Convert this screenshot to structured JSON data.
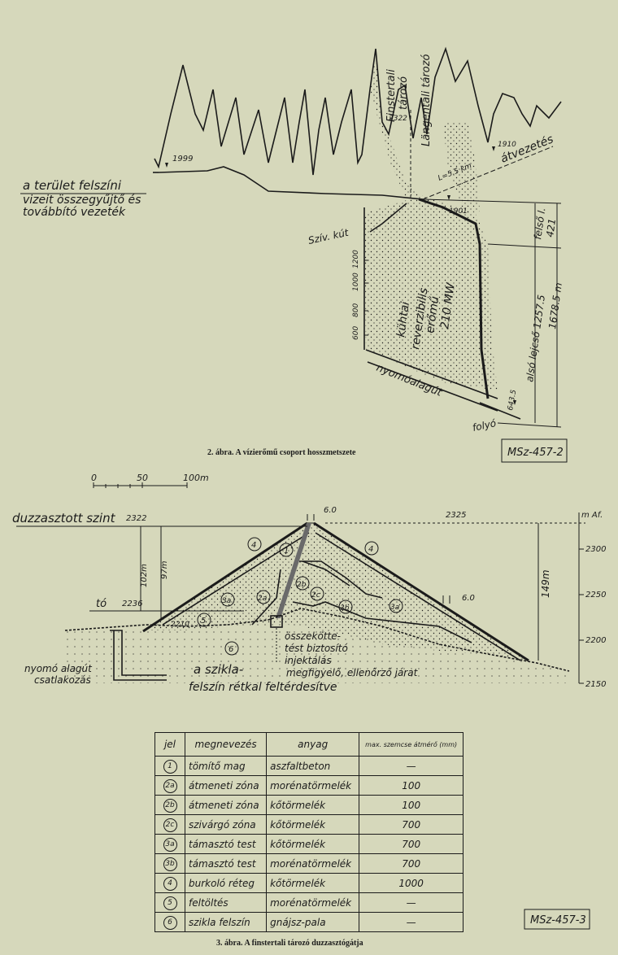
{
  "fig2": {
    "caption": "2. ábra. A vízierőmű csoport hosszmetszete",
    "stamp": "MSz-457-2",
    "labels": {
      "collector_1": "a terület felszíni",
      "collector_2": "vizeit összegyűjtő és",
      "collector_3": "továbbító vezeték",
      "elev_1999": "1999",
      "finstertal": "Finstertali",
      "finstertal_2": "tározó",
      "langental": "Längentali tározó",
      "elev_2322": "2322",
      "elev_1910": "1910",
      "atvezetes": "átvezetés",
      "dist": "L=5.5 km",
      "elev_1901": "1901",
      "sziv_kut": "Szív. kút",
      "tick_1200": "1200",
      "tick_1000": "1000",
      "tick_800": "800",
      "tick_600": "600",
      "plant_1": "kühtai",
      "plant_2": "reverzibilis",
      "plant_3": "erőmű",
      "plant_4": "210 MW",
      "tunnel": "nyomóalagút",
      "river": "folyó",
      "elev_643": "643.5",
      "upper_head": "felső l.",
      "upper_val": "421",
      "lower_head": "alsó lejcső 1257.5",
      "total": "1678.5 m"
    }
  },
  "fig3": {
    "caption": "3. ábra. A finstertali tározó duzzasztógátja",
    "stamp": "MSz-457-3",
    "scale": {
      "s0": "0",
      "s50": "50",
      "s100": "100m"
    },
    "labels": {
      "pool": "duzzasztott szint",
      "pool_val": "2322",
      "crest_val": "2325",
      "crest_w": "6.0",
      "berm_w": "6.0",
      "h102": "102m",
      "h97": "97m",
      "h149": "149m",
      "lake": "tó",
      "lake_val": "2236",
      "bed_val": "2210",
      "ins1": "összekötte-",
      "ins2": "tést biztosító",
      "ins3": "injektálás",
      "gal1": "megfigyelő, ellenőrző járat",
      "rock1": "a szikla-",
      "rock2": "felszín rétkal feltérdesítve",
      "tun1": "nyomó alagút",
      "tun2": "csatlakozás",
      "axis_unit": "m Af.",
      "z1": "1",
      "z2a": "2a",
      "z2b": "2b",
      "z2c": "2c",
      "z3a": "3a",
      "z3b": "3b",
      "z4": "4",
      "z5": "5",
      "z6": "6"
    },
    "axis_ticks": [
      "2300",
      "2250",
      "2200",
      "2150"
    ]
  },
  "table": {
    "headers": [
      "jel",
      "megnevezés",
      "anyag",
      "max. szemcse átmérő (mm)"
    ],
    "rows": [
      {
        "jel": "1",
        "name": "tömítő mag",
        "material": "aszfaltbeton",
        "size": "—"
      },
      {
        "jel": "2a",
        "name": "átmeneti zóna",
        "material": "morénatörmelék",
        "size": "100"
      },
      {
        "jel": "2b",
        "name": "átmeneti zóna",
        "material": "kőtörmelék",
        "size": "100"
      },
      {
        "jel": "2c",
        "name": "szivárgó zóna",
        "material": "kőtörmelék",
        "size": "700"
      },
      {
        "jel": "3a",
        "name": "támasztó test",
        "material": "kőtörmelék",
        "size": "700"
      },
      {
        "jel": "3b",
        "name": "támasztó test",
        "material": "morénatörmelék",
        "size": "700"
      },
      {
        "jel": "4",
        "name": "burkoló réteg",
        "material": "kőtörmelék",
        "size": "1000"
      },
      {
        "jel": "5",
        "name": "feltöltés",
        "material": "morénatörmelék",
        "size": "—"
      },
      {
        "jel": "6",
        "name": "szikla felszín",
        "material": "gnájsz-pala",
        "size": "—"
      }
    ]
  }
}
